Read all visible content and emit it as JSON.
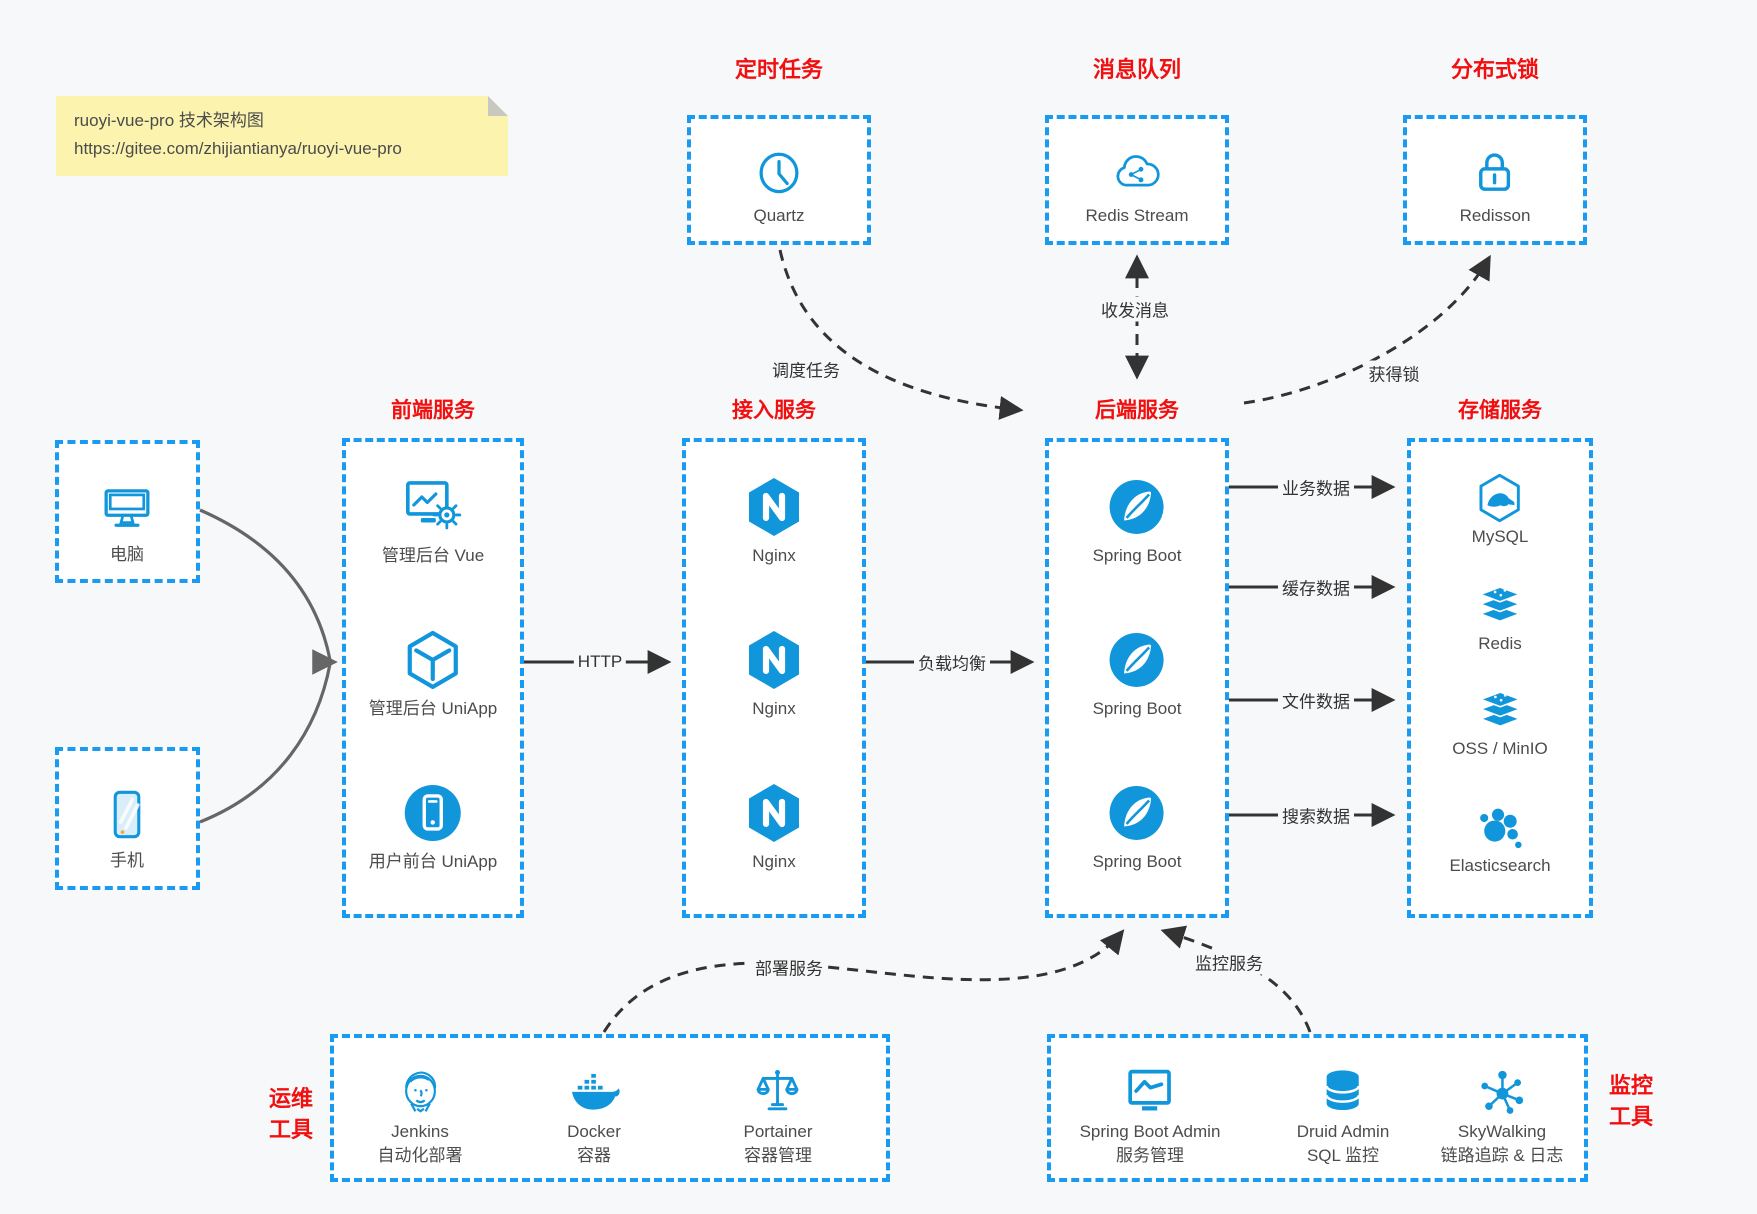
{
  "note": {
    "line1": "ruoyi-vue-pro 技术架构图",
    "line2": "https://gitee.com/zhijiantianya/ruoyi-vue-pro"
  },
  "colors": {
    "icon_blue": "#1296db",
    "border_blue": "#189bf0",
    "title_red": "#f10f10",
    "arrow_dark": "#333333",
    "client_arrow_gray": "#666666",
    "note_bg": "#fbf3ae"
  },
  "top_groups": [
    {
      "title": "定时任务",
      "label": "Quartz"
    },
    {
      "title": "消息队列",
      "label": "Redis Stream"
    },
    {
      "title": "分布式锁",
      "label": "Redisson"
    }
  ],
  "clients": [
    {
      "label": "电脑"
    },
    {
      "label": "手机"
    }
  ],
  "columns": {
    "frontend": {
      "title": "前端服务",
      "items": [
        "管理后台 Vue",
        "管理后台 UniApp",
        "用户前台 UniApp"
      ]
    },
    "gateway": {
      "title": "接入服务",
      "items": [
        "Nginx",
        "Nginx",
        "Nginx"
      ]
    },
    "backend": {
      "title": "后端服务",
      "items": [
        "Spring Boot",
        "Spring Boot",
        "Spring Boot"
      ]
    },
    "storage": {
      "title": "存储服务",
      "items": [
        "MySQL",
        "Redis",
        "OSS / MinIO",
        "Elasticsearch"
      ]
    }
  },
  "ops_tools": {
    "side_label": [
      "运维",
      "工具"
    ],
    "items": [
      {
        "name": "Jenkins",
        "desc": "自动化部署"
      },
      {
        "name": "Docker",
        "desc": "容器"
      },
      {
        "name": "Portainer",
        "desc": "容器管理"
      }
    ]
  },
  "monitor_tools": {
    "side_label": [
      "监控",
      "工具"
    ],
    "items": [
      {
        "name": "Spring Boot Admin",
        "desc": "服务管理"
      },
      {
        "name": "Druid Admin",
        "desc": "SQL 监控"
      },
      {
        "name": "SkyWalking",
        "desc": "链路追踪 & 日志"
      }
    ]
  },
  "edge_labels": {
    "http": "HTTP",
    "load_balance": "负载均衡",
    "schedule_task": "调度任务",
    "send_receive_message": "收发消息",
    "acquire_lock": "获得锁",
    "business_data": "业务数据",
    "cache_data": "缓存数据",
    "file_data": "文件数据",
    "search_data": "搜索数据",
    "deploy_service": "部署服务",
    "monitor_service": "监控服务"
  }
}
